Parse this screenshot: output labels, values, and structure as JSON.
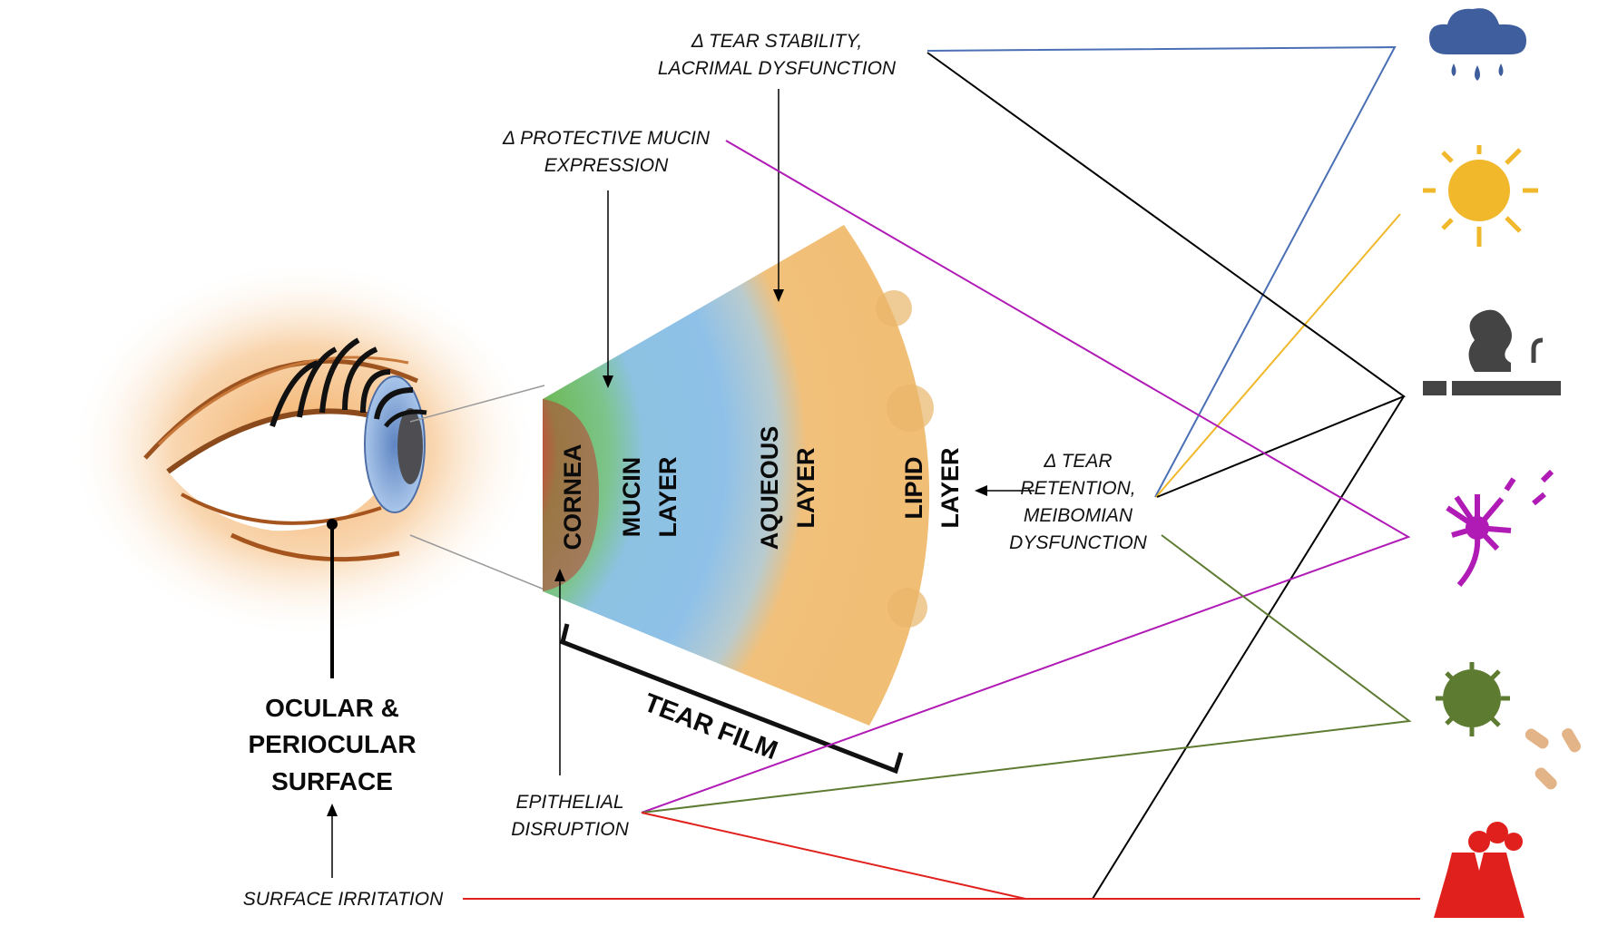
{
  "labels": {
    "tear_stability_1": "Δ TEAR STABILITY,",
    "tear_stability_2": "LACRIMAL DYSFUNCTION",
    "mucin_1": "Δ  PROTECTIVE MUCIN",
    "mucin_2": "EXPRESSION",
    "tear_retention_1": "Δ TEAR",
    "tear_retention_2": "RETENTION,",
    "tear_retention_3": "MEIBOMIAN",
    "tear_retention_4": "DYSFUNCTION",
    "epithelial_1": "EPITHELIAL",
    "epithelial_2": "DISRUPTION",
    "surface_irritation": "SURFACE IRRITATION",
    "ocular_1": "OCULAR &",
    "ocular_2": "PERIOCULAR",
    "ocular_3": "SURFACE",
    "tear_film": "TEAR FILM"
  },
  "layers": {
    "cornea": "CORNEA",
    "mucin_1": "MUCIN",
    "mucin_2": "LAYER",
    "aqueous_1": "AQUEOUS",
    "aqueous_2": "LAYER",
    "lipid_1": "LIPID",
    "lipid_2": "LAYER"
  },
  "factors": [
    "rain-cloud-icon",
    "sun-icon",
    "cigarette-smoke-icon",
    "pollen-allergen-icon",
    "virus-bacteria-icon",
    "factory-pollution-icon"
  ],
  "colors": {
    "rain": "#4a6fb5",
    "sun": "#f0b82a",
    "smoke": "#444444",
    "pollen": "#b01ab5",
    "microbe": "#5e7b32",
    "pollution": "#e0201c",
    "connector_black": "#000000"
  }
}
